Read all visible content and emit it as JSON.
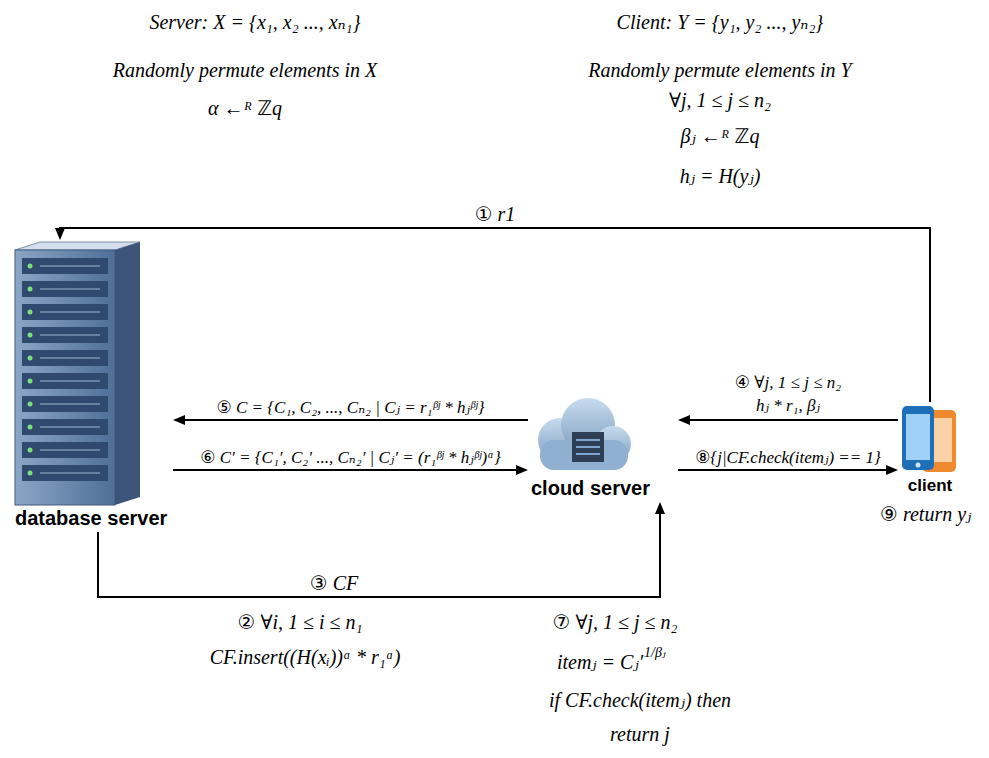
{
  "diagram": {
    "nodes": [
      {
        "text": [
          "database server"
        ]
      },
      {
        "text": [
          "cloud server"
        ]
      },
      {
        "text": [
          "client"
        ]
      }
    ],
    "edges": [
      {
        "from": 2,
        "to": 0,
        "label": "① r1",
        "arrow": "to"
      },
      {
        "from": 2,
        "to": 1,
        "label": "④ ∀j, 1 ≤ j ≤ n₂ hⱼ * r₁, βⱼ",
        "arrow": "to"
      },
      {
        "from": 1,
        "to": 0,
        "label": "⑤ C = {C₁, C₂, ..., Cₙ₂ | Cⱼ = r₁ᵝʲ * hⱼᵝʲ}",
        "arrow": "to"
      },
      {
        "from": 0,
        "to": 1,
        "label": "⑥ C′ = {C₁′, C₂′ ..., Cₙ₂′ | Cⱼ′ = (r₁ᵝʲ * hⱼᵝʲ)ᵅ}",
        "arrow": "to"
      },
      {
        "from": 0,
        "to": 1,
        "label": "③ CF",
        "arrow": "to"
      },
      {
        "from": 1,
        "to": 2,
        "label": "⑧{j|CF.check(itemⱼ) == 1}",
        "arrow": "to"
      }
    ],
    "labels": [
      "Server: X = {x₁, x₂ ..., xₙ₁}",
      "Randomly permute elements in X",
      "α ←ᴿ ℤq",
      "Client: Y = {y₁, y₂ ..., yₙ₂}",
      "Randomly permute elements in Y",
      "∀j, 1 ≤ j ≤ n₂",
      "βⱼ ←ᴿ ℤq",
      "hⱼ = H(yⱼ)",
      "② ∀i, 1 ≤ i ≤ n₁",
      "CF.insert((H(xᵢ))ᵅ * r₁ᵅ)",
      "⑦ ∀j, 1 ≤ j ≤ n₂",
      "itemⱼ = Cⱼ′",
      "1/βⱼ",
      "if CF.check(itemⱼ) then",
      "return j",
      "⑨ return yⱼ"
    ]
  }
}
